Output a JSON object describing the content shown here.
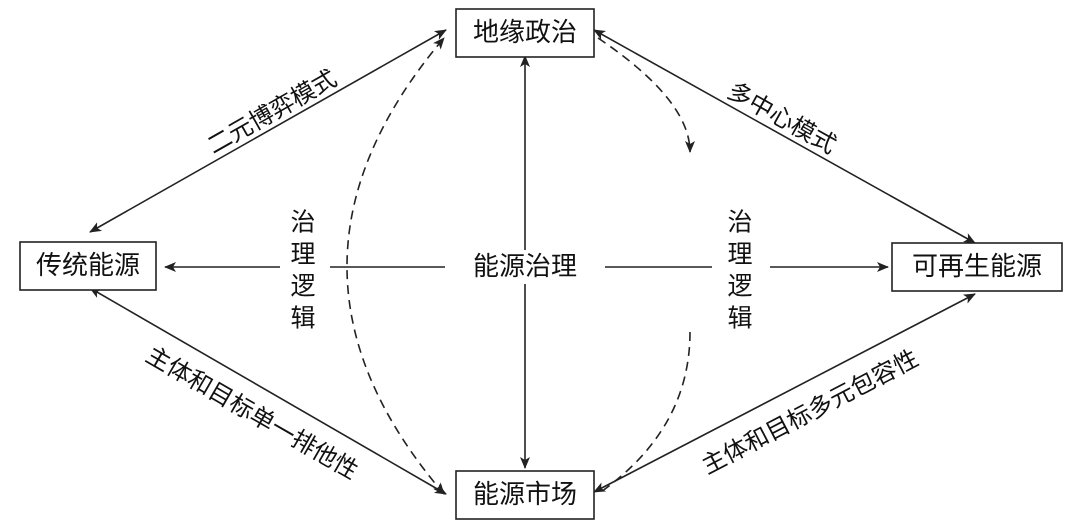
{
  "nodes": {
    "top": "地缘政治",
    "left": "传统能源",
    "right": "可再生能源",
    "bottom": "能源市场",
    "center": "能源治理"
  },
  "edge_labels": {
    "top_left": "二元博弈模式",
    "top_right": "多中心模式",
    "bottom_left": "主体和目标单一排他性",
    "bottom_right": "主体和目标多元包容性"
  },
  "side_labels": {
    "left": [
      "治",
      "理",
      "逻",
      "辑"
    ],
    "right": [
      "治",
      "理",
      "逻",
      "辑"
    ]
  }
}
